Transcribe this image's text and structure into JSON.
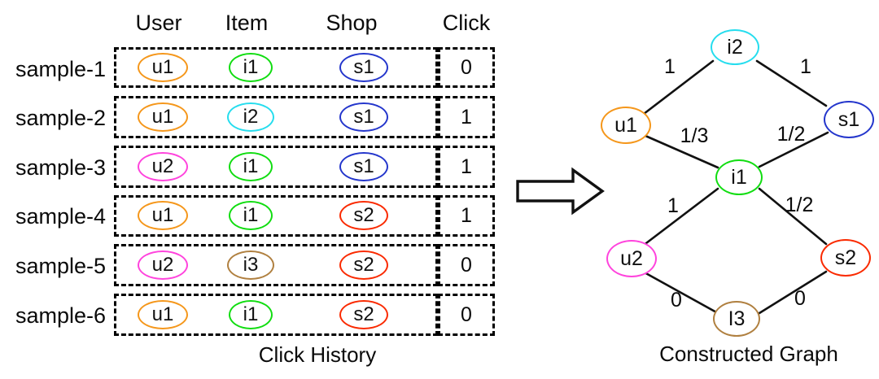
{
  "figure": {
    "left_caption": "Click History",
    "right_caption": "Constructed Graph",
    "arrow_icon": "right-block-arrow-icon"
  },
  "table": {
    "headers": [
      "User",
      "Item",
      "Shop",
      "Click"
    ],
    "rows": [
      {
        "label": "sample-1",
        "user": "u1",
        "item": "i1",
        "shop": "s1",
        "click": "0"
      },
      {
        "label": "sample-2",
        "user": "u1",
        "item": "i2",
        "shop": "s1",
        "click": "1"
      },
      {
        "label": "sample-3",
        "user": "u2",
        "item": "i1",
        "shop": "s1",
        "click": "1"
      },
      {
        "label": "sample-4",
        "user": "u1",
        "item": "i1",
        "shop": "s2",
        "click": "1"
      },
      {
        "label": "sample-5",
        "user": "u2",
        "item": "i3",
        "shop": "s2",
        "click": "0"
      },
      {
        "label": "sample-6",
        "user": "u1",
        "item": "i1",
        "shop": "s2",
        "click": "0"
      }
    ]
  },
  "graph": {
    "nodes": [
      {
        "id": "i2",
        "label": "i2"
      },
      {
        "id": "u1",
        "label": "u1"
      },
      {
        "id": "s1",
        "label": "s1"
      },
      {
        "id": "i1",
        "label": "i1"
      },
      {
        "id": "u2",
        "label": "u2"
      },
      {
        "id": "s2",
        "label": "s2"
      },
      {
        "id": "l3",
        "label": "I3"
      }
    ],
    "edges": [
      {
        "from": "u1",
        "to": "i2",
        "weight": "1"
      },
      {
        "from": "i2",
        "to": "s1",
        "weight": "1"
      },
      {
        "from": "u1",
        "to": "i1",
        "weight": "1/3"
      },
      {
        "from": "i1",
        "to": "s1",
        "weight": "1/2"
      },
      {
        "from": "u2",
        "to": "i1",
        "weight": "1"
      },
      {
        "from": "i1",
        "to": "s2",
        "weight": "1/2"
      },
      {
        "from": "u2",
        "to": "l3",
        "weight": "0"
      },
      {
        "from": "l3",
        "to": "s2",
        "weight": "0"
      }
    ]
  },
  "colors": {
    "u1": "#F5971B",
    "u2": "#FF44DD",
    "i1": "#11DD11",
    "i2": "#26DDEE",
    "i3": "#B08040",
    "l3": "#B08040",
    "s1": "#2436CC",
    "s2": "#FA2A00",
    "edge": "#111111",
    "dash": "#000000",
    "text": "#0A0A0A"
  }
}
